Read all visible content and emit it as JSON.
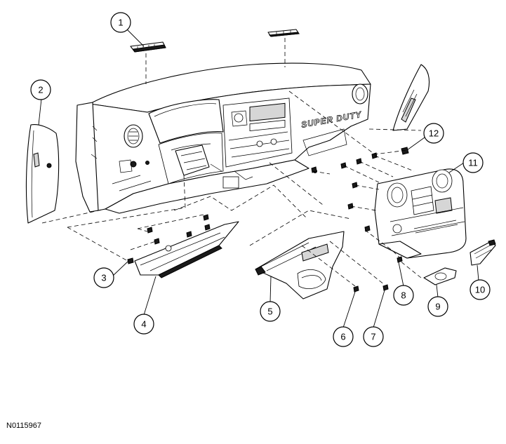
{
  "figure_id": "N0115967",
  "dashboard_emboss": "SUPER DUTY",
  "callouts": [
    {
      "id": "callout-1",
      "label": "1"
    },
    {
      "id": "callout-2",
      "label": "2"
    },
    {
      "id": "callout-3",
      "label": "3"
    },
    {
      "id": "callout-4",
      "label": "4"
    },
    {
      "id": "callout-5",
      "label": "5"
    },
    {
      "id": "callout-6",
      "label": "6"
    },
    {
      "id": "callout-7",
      "label": "7"
    },
    {
      "id": "callout-8",
      "label": "8"
    },
    {
      "id": "callout-9",
      "label": "9"
    },
    {
      "id": "callout-10",
      "label": "10"
    },
    {
      "id": "callout-11",
      "label": "11"
    },
    {
      "id": "callout-12",
      "label": "12"
    }
  ]
}
